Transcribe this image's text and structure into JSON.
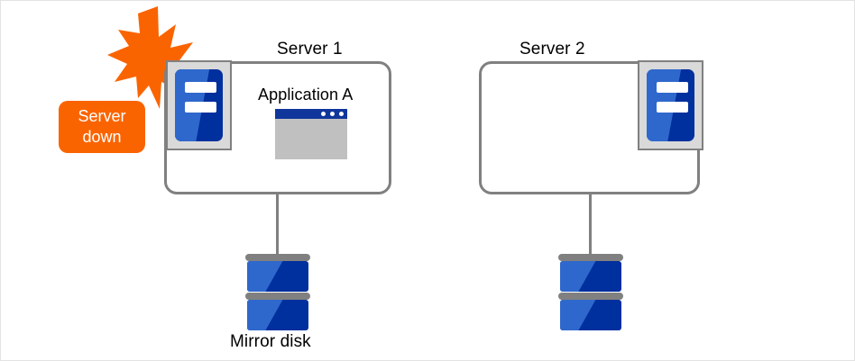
{
  "diagram": {
    "title": "Mirror disk cluster failover diagram",
    "colors": {
      "alert_orange": "#fa6400",
      "frame_gray": "#808080",
      "machine_plate": "#d9d9d9",
      "tower_dark_blue": "#002f9e",
      "tower_light_blue": "#2f68cc",
      "window_body": "#c0c0c0",
      "window_titlebar": "#10369b",
      "canvas_background": "#ffffff"
    }
  },
  "alert": {
    "badge_line1": "Server",
    "badge_line2": "down",
    "burst_name": "explosion-burst"
  },
  "servers": [
    {
      "id": "server-1",
      "title": "Server 1",
      "machine_icon": "server-tower-icon",
      "application": {
        "label": "Application A",
        "icon": "application-window-icon",
        "window_dots": 3
      },
      "storage": {
        "label": "Mirror disk",
        "icon": "disk-stack-icon",
        "platters": 2
      }
    },
    {
      "id": "server-2",
      "title": "Server 2",
      "machine_icon": "server-tower-icon",
      "application": null,
      "storage": {
        "label": "",
        "icon": "disk-stack-icon",
        "platters": 2
      }
    }
  ]
}
